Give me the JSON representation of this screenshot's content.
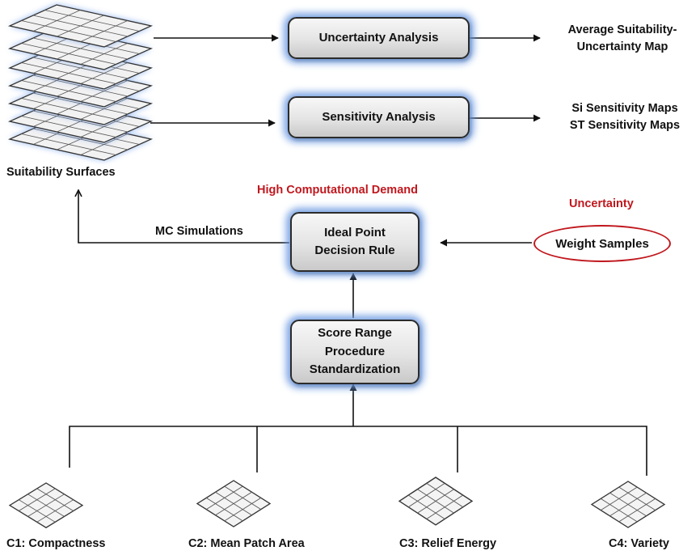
{
  "boxes": {
    "uncertainty_analysis": "Uncertainty Analysis",
    "sensitivity_analysis": "Sensitivity Analysis",
    "ideal_point": "Ideal Point\nDecision Rule",
    "score_range": "Score Range\nProcedure\nStandardization"
  },
  "outputs": {
    "uncertainty": "Average Suitability-\nUncertainty Map",
    "sensitivity": "Si Sensitivity Maps\nST Sensitivity Maps"
  },
  "labels": {
    "suitability_surfaces": "Suitability Surfaces",
    "high_demand": "High Computational Demand",
    "mc_simulations": "MC Simulations",
    "uncertainty": "Uncertainty",
    "weight_samples": "Weight Samples"
  },
  "criteria": [
    "C1: Compactness",
    "C2: Mean Patch Area",
    "C3: Relief Energy",
    "C4: Variety"
  ],
  "colors": {
    "accent_red": "#c0181e",
    "glow_blue": "#6996e1"
  }
}
